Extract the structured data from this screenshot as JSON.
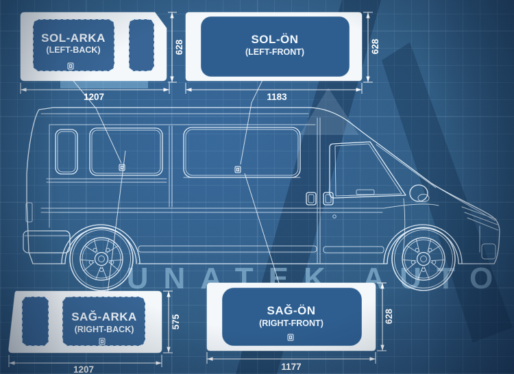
{
  "watermark": {
    "text": "UNATEK AUTO"
  },
  "panels": [
    {
      "id": "left-back",
      "label": "SOL-ARKA",
      "sublabel": "(LEFT-BACK)",
      "width": "1207",
      "height": "628"
    },
    {
      "id": "left-front",
      "label": "SOL-ÖN",
      "sublabel": "(LEFT-FRONT)",
      "width": "1183",
      "height": "628"
    },
    {
      "id": "right-back",
      "label": "SAĞ-ARKA",
      "sublabel": "(RIGHT-BACK)",
      "width": "1207",
      "height": "575"
    },
    {
      "id": "right-front",
      "label": "SAĞ-ÖN",
      "sublabel": "(RIGHT-FRONT)",
      "width": "1177",
      "height": "628"
    }
  ],
  "icons": {
    "window_marker": "small-square-part-marker"
  },
  "colors": {
    "background": "#28567f",
    "line": "#e7f1fb",
    "panel": "#f4f8fb",
    "glass": "#2e5e90",
    "watermark": "#add8f2",
    "dimension": "#ffffff"
  }
}
